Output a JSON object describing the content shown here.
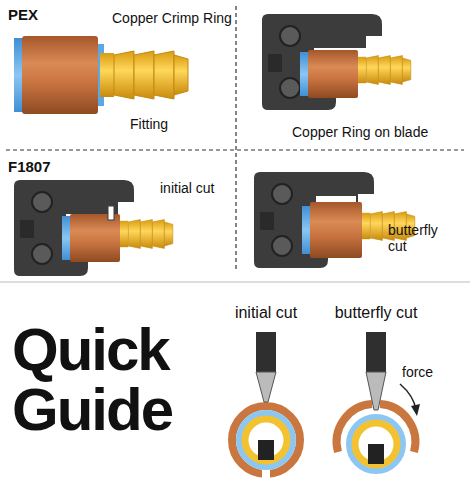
{
  "diagram": {
    "title": "Quick Guide",
    "labels": [
      "PEX",
      "Copper Crimp Ring",
      "Fitting",
      "Copper Ring on blade",
      "F1807",
      "initial cut",
      "butterfly cut",
      "initial cut",
      "butterfly cut",
      "force"
    ]
  }
}
